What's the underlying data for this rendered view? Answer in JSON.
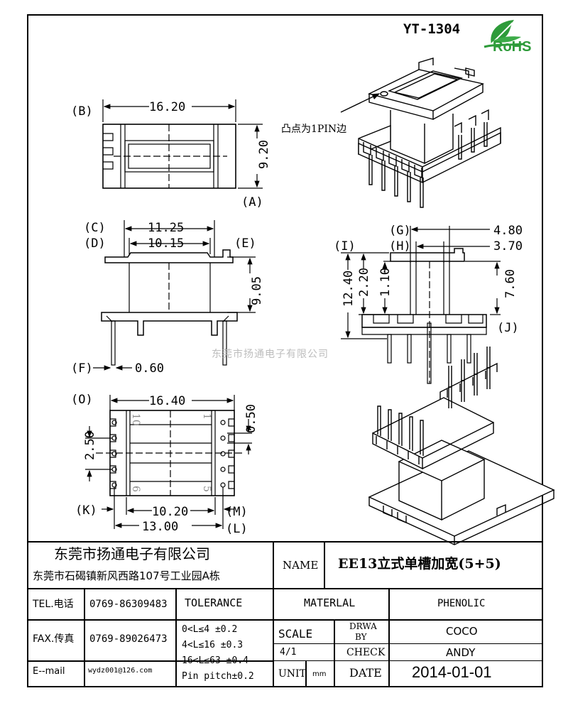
{
  "drawing_no": "YT-1304",
  "rohs": {
    "label": "RoHS",
    "color": "#2e9b3a"
  },
  "views": {
    "top": {
      "view_b": "(B)",
      "width": "16.20",
      "height": "9.20",
      "view_a": "(A)"
    },
    "front": {
      "view_c": "(C)",
      "dim_c": "11.25",
      "view_d": "(D)",
      "dim_d": "10.15",
      "view_e": "(E)",
      "dim_e": "9.05",
      "view_f": "(F)",
      "dim_f": "0.60"
    },
    "side": {
      "view_g": "(G)",
      "dim_g": "4.80",
      "view_h": "(H)",
      "dim_h": "3.70",
      "view_i": "(I)",
      "dim_total": "12.40",
      "dim_i": "2.20",
      "dim_inner": "1.10",
      "dim_right": "7.60",
      "view_j": "(J)"
    },
    "bottom": {
      "view_o": "(O)",
      "dim_o": "16.40",
      "dim_left": "2.50",
      "dim_right": "0.50",
      "view_k": "(K)",
      "view_m": "(M)",
      "dim_m": "10.20",
      "view_l": "(L)",
      "dim_l": "13.00",
      "pin_num_10": "10",
      "pin_num_1": "1",
      "pin_num_6": "6",
      "pin_num_5": "5"
    },
    "iso_note": "凸点为1PIN边",
    "watermark": "东莞市扬通电子有限公司"
  },
  "titleblock": {
    "company": "东莞市扬通电子有限公司",
    "address": "东莞市石碣镇新风西路107号工业园A栋",
    "name_label": "NAME",
    "name_value": "EE13立式单槽加宽(5+5)",
    "tel_label": "TEL.电话",
    "tel_value": "0769-86309483",
    "fax_label": "FAX.传真",
    "fax_value": "0769-89026473",
    "email_label": "E--mail",
    "email_value": "wydz001@126.com",
    "tolerance_label": "TOLERANCE",
    "tol_1": "0<L≤4   ±0.2",
    "tol_2": "4<L≤16  ±0.3",
    "tol_3": "16<L≤63 ±0.4",
    "tol_4": "Pin pitch±0.2",
    "material_label": "MATERLAL",
    "material_value": "PHENOLIC",
    "scale_label": "SCALE",
    "scale_value": "4/1",
    "drawn_label_1": "DRWA",
    "drawn_label_2": "BY",
    "drawn_value": "COCO",
    "check_label": "CHECK",
    "check_value": "ANDY",
    "unit_label": "UNIT",
    "unit_value": "mm",
    "date_label": "DATE",
    "date_value": "2014-01-01"
  }
}
